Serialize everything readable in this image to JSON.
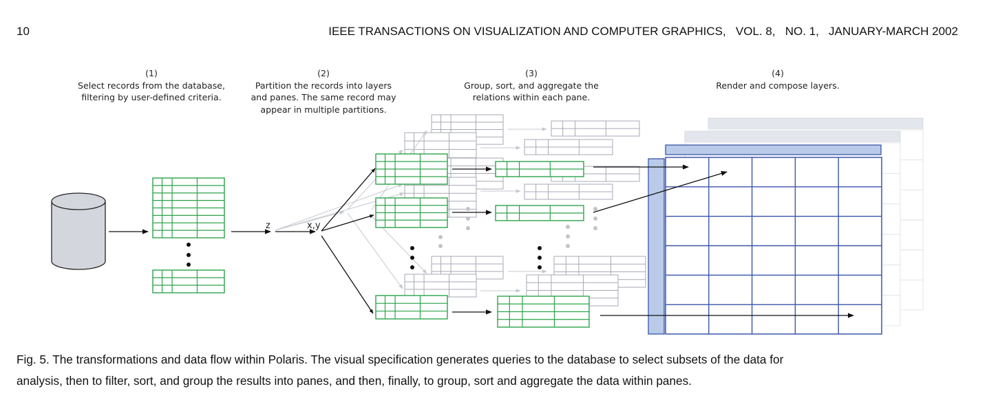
{
  "header": {
    "page_number": "10",
    "running_head": "IEEE TRANSACTIONS ON VISUALIZATION AND COMPUTER GRAPHICS,   VOL. 8,   NO. 1,   JANUARY-MARCH 2002"
  },
  "figure": {
    "steps": [
      {
        "number": "(1)",
        "lines": [
          "Select records from the database,",
          "filtering by user-defined criteria."
        ]
      },
      {
        "number": "(2)",
        "lines": [
          "Partition the records into layers",
          "and panes. The same record may",
          "appear in multiple partitions."
        ]
      },
      {
        "number": "(3)",
        "lines": [
          "Group, sort, and aggregate the",
          "relations within each pane."
        ]
      },
      {
        "number": "(4)",
        "lines": [
          "Render and compose layers."
        ]
      }
    ],
    "partition_labels": {
      "layer": "z",
      "pane": "x,y"
    },
    "colors": {
      "record_table": "#2ca24a",
      "background_table": "#a7a9b4",
      "database_fill": "#d3d7dd",
      "pane_grid": "#3a55a8",
      "shelf_fill": "#b9cbe8",
      "ghost_layer": "#e3e6ec",
      "arrow": "#111111",
      "ghost_arrow": "#c5c8cf"
    },
    "pane_grid": {
      "rows": 6,
      "columns": 5
    }
  },
  "caption": {
    "line1": "Fig. 5. The transformations and data flow within Polaris. The visual specification generates queries to the database to select subsets of the data for",
    "line2": "analysis, then to filter, sort, and group the results into panes, and then, finally, to group, sort and aggregate the data within panes."
  }
}
